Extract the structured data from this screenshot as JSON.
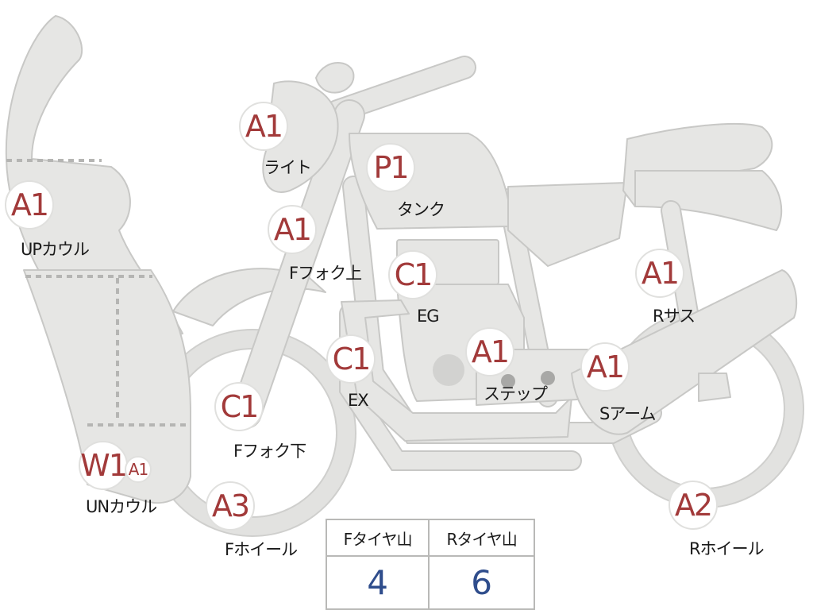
{
  "parts": [
    {
      "id": "light",
      "grade": "A1",
      "label": "ライト"
    },
    {
      "id": "tank",
      "grade": "P1",
      "label": "タンク"
    },
    {
      "id": "up-cowl",
      "grade": "A1",
      "label": "UPカウル"
    },
    {
      "id": "f-fork-upper",
      "grade": "A1",
      "label": "Fフォク上"
    },
    {
      "id": "engine",
      "grade": "C1",
      "label": "EG"
    },
    {
      "id": "r-suspension",
      "grade": "A1",
      "label": "Rサス"
    },
    {
      "id": "exhaust",
      "grade": "C1",
      "label": "EX"
    },
    {
      "id": "step",
      "grade": "A1",
      "label": "ステップ"
    },
    {
      "id": "swing-arm",
      "grade": "A1",
      "label": "Sアーム"
    },
    {
      "id": "f-fork-lower",
      "grade": "C1",
      "label": "Fフォク下"
    },
    {
      "id": "under-cowl",
      "grade": "W1",
      "grade_sub": "A1",
      "label": "UNカウル"
    },
    {
      "id": "f-wheel",
      "grade": "A3",
      "label": "Fホイール"
    },
    {
      "id": "r-wheel",
      "grade": "A2",
      "label": "Rホイール"
    }
  ],
  "tire_tread": {
    "headers": [
      "Fタイヤ山",
      "Rタイヤ山"
    ],
    "values": [
      "4",
      "6"
    ]
  },
  "colors": {
    "grade_text": "#a23a3a",
    "tread_value": "#2f4d8c",
    "bike_fill": "#e6e6e4"
  }
}
